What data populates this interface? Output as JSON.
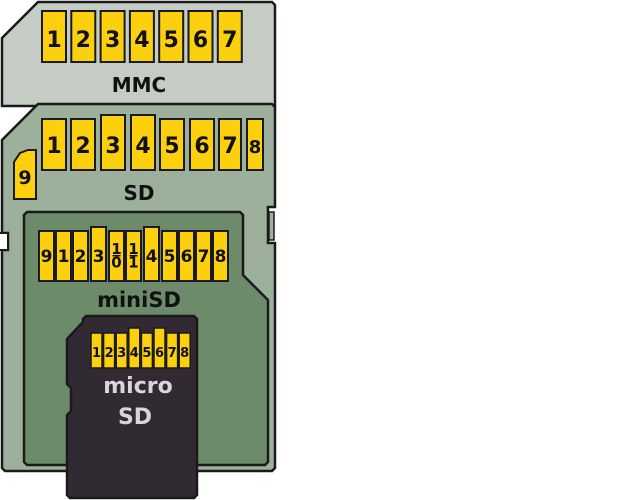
{
  "colors": {
    "mmc_body": "#c4ccc4",
    "sd_body": "#9db09b",
    "minisd_body": "#6d8a6b",
    "microsd_body": "#322a33",
    "pin_fill": "#fcd00c",
    "outline": "#1a1a1a",
    "label_dark": "#111111",
    "label_light": "#d8d6dc"
  },
  "cards": {
    "mmc": {
      "label": "MMC",
      "pins": [
        "1",
        "2",
        "3",
        "4",
        "5",
        "6",
        "7"
      ]
    },
    "sd": {
      "label": "SD",
      "pins": [
        "1",
        "2",
        "3",
        "4",
        "5",
        "6",
        "7",
        "8"
      ],
      "side_pin": "9"
    },
    "minisd": {
      "label": "miniSD",
      "pins": [
        "9",
        "1",
        "2",
        "3",
        "10",
        "11",
        "4",
        "5",
        "6",
        "7",
        "8"
      ]
    },
    "microsd": {
      "label_line1": "micro",
      "label_line2": "SD",
      "pins": [
        "1",
        "2",
        "3",
        "4",
        "5",
        "6",
        "7",
        "8"
      ]
    }
  }
}
